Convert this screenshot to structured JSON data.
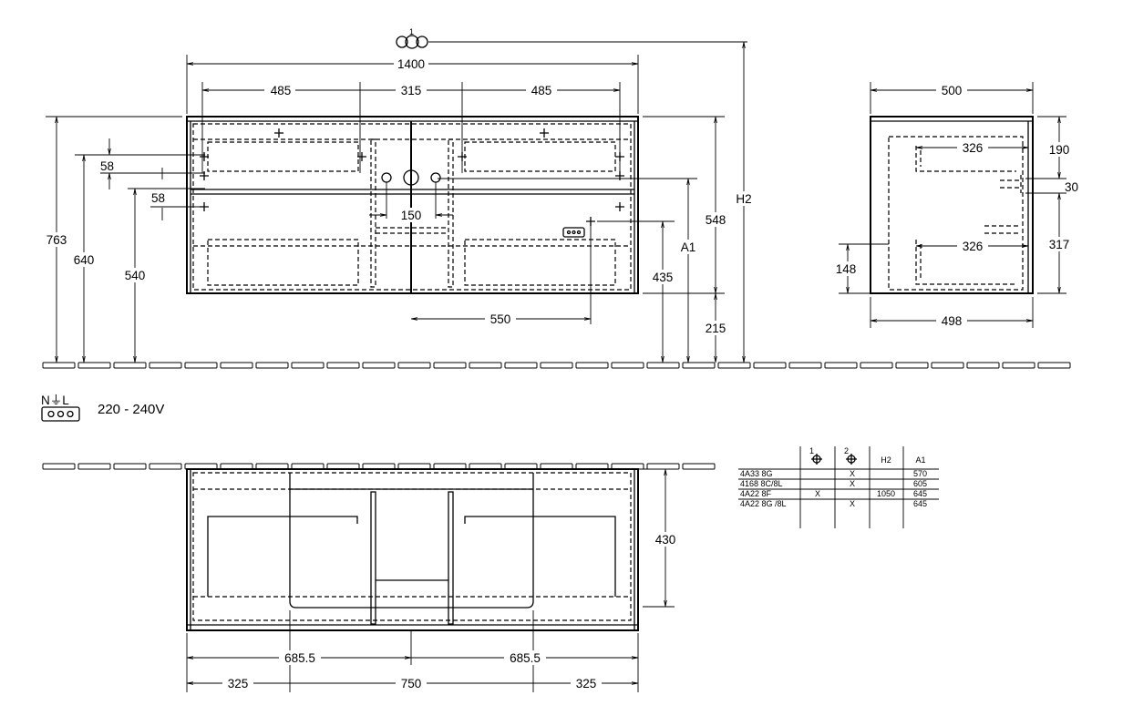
{
  "front_view": {
    "overall_width": "1400",
    "width_left": "485",
    "width_middle": "315",
    "width_right": "485",
    "total_height": "763",
    "height_640": "640",
    "height_540": "540",
    "offset_58_top": "58",
    "offset_58_bottom": "58",
    "siphon_spacing": "150",
    "socket_offset": "550",
    "height_435": "435",
    "height_a1": "A1",
    "height_548": "548",
    "height_215": "215",
    "height_h2": "H2",
    "fitting_marker": "1"
  },
  "side_view": {
    "depth_top": "500",
    "depth_bottom": "498",
    "inner_326_top": "326",
    "inner_326_bottom": "326",
    "height_190": "190",
    "height_30": "30",
    "height_317": "317",
    "height_148": "148"
  },
  "electrical": {
    "symbol_label": "N⏚L",
    "voltage": "220 - 240V"
  },
  "bottom_view": {
    "depth": "430",
    "half_left": "685.5",
    "half_right": "685.5",
    "seg_left": "325",
    "seg_middle": "750",
    "seg_right": "325"
  },
  "variant_table": {
    "headers": [
      "",
      "1",
      "2",
      "H2",
      "A1"
    ],
    "rows": [
      [
        "4A33 8G",
        "",
        "X",
        "",
        "570"
      ],
      [
        "4168 8C/8L",
        "",
        "X",
        "",
        "605"
      ],
      [
        "4A22 8F",
        "X",
        "",
        "1050",
        "645"
      ],
      [
        "4A22 8G /8L",
        "",
        "X",
        "",
        "645"
      ]
    ]
  }
}
